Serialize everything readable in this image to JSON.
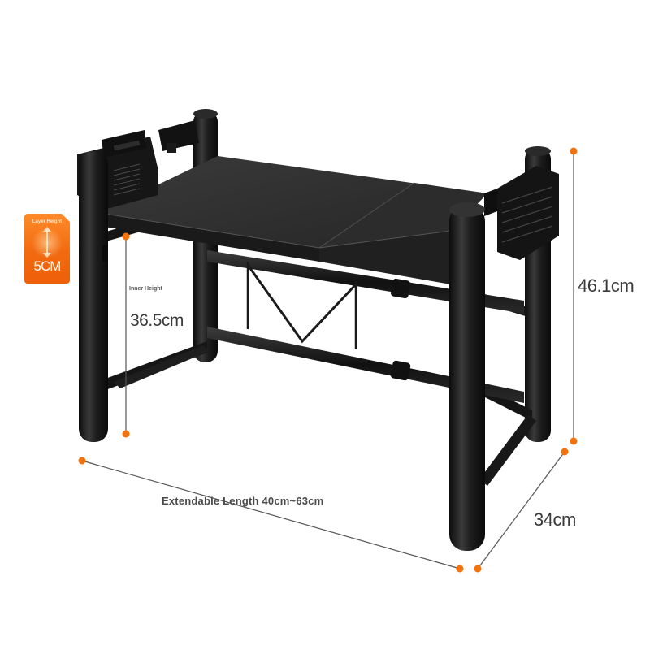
{
  "dimensions": {
    "height": "46.1cm",
    "depth": "34cm",
    "inner_height_caption": "Inner Height",
    "inner_height_value": "36.5cm",
    "length": "Extendable Length 40cm~63cm"
  },
  "badge": {
    "caption": "Layer Height",
    "value": "5CM"
  },
  "colors": {
    "accent_orange": "#f4720e",
    "dimension_line": "#555555",
    "frame_black": "#1c1c1c",
    "shelf_top": "#2e2e2e"
  }
}
